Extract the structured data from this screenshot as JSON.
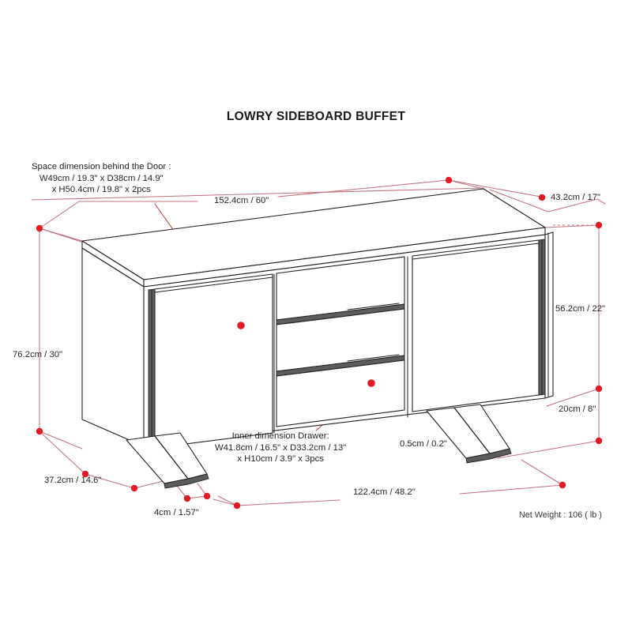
{
  "document": {
    "title": "LOWRY SIDEBOARD BUFFET",
    "type": "furniture-dimension-drawing",
    "background_color": "#ffffff",
    "line_color": "#231f20",
    "dimension_color": "#c4707e",
    "marker_color": "#e01b24"
  },
  "annotations": {
    "door_space": {
      "line1": "Space dimension behind the Door :",
      "line2": "W49cm / 19.3\" x D38cm / 14.9\"",
      "line3": "x H50.4cm / 19.8\" x 2pcs"
    },
    "drawer_inner": {
      "line1": "Inner dimension Drawer:",
      "line2": "W41.8cm / 16.5\" x D33.2cm / 13\"",
      "line3": "x H10cm / 3.9\" x 3pcs"
    },
    "net_weight": "Net Weight : 106 ( lb )"
  },
  "dimensions": {
    "overall_width_top": "152.4cm / 60\"",
    "depth_top_right": "43.2cm / 17\"",
    "cabinet_body_height": "56.2cm / 22\"",
    "leg_height": "20cm / 8\"",
    "overall_height_left": "76.2cm / 30\"",
    "depth_bottom_left": "37.2cm / 14.6\"",
    "leg_offset": "4cm / 1.57\"",
    "base_width": "122.4cm / 48.2\"",
    "leg_thickness": "0.5cm / 0.2\""
  },
  "product": {
    "doors": 2,
    "drawers": 3,
    "legs": 2
  }
}
